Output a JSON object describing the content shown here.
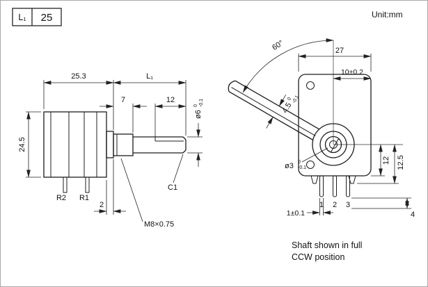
{
  "header": {
    "table": {
      "label": "L₁",
      "value": "25"
    },
    "unit": "Unit:mm"
  },
  "side_view": {
    "dims": {
      "body_length": "25.3",
      "shaft_length_label": "L₁",
      "bushing_length": "7",
      "flat_length": "12",
      "body_height": "24.5",
      "step": "2",
      "shaft_dia": "ø6",
      "shaft_dia_tol_upper": "0",
      "shaft_dia_tol_lower": "-0.1"
    },
    "labels": {
      "r2": "R2",
      "r1": "R1",
      "thread": "M8×0.75",
      "chamfer": "C1"
    }
  },
  "front_view": {
    "dims": {
      "angle": "60°",
      "width": "27",
      "shaft_offset": "10±0.2",
      "flat_width": "4.5",
      "flat_width_tol_upper": "0",
      "flat_width_tol_lower": "-0.1",
      "pilot_dia": "ø3",
      "pilot_dia_tol_upper": "0",
      "pilot_dia_tol_lower": "-0.1",
      "center_to_bottom": "12",
      "center_to_seat": "12.5",
      "terminal_width": "1±0.1",
      "terminal_length": "4"
    },
    "terminals": [
      "1",
      "2",
      "3"
    ],
    "note_line1": "Shaft shown in full",
    "note_line2": "CCW position"
  }
}
